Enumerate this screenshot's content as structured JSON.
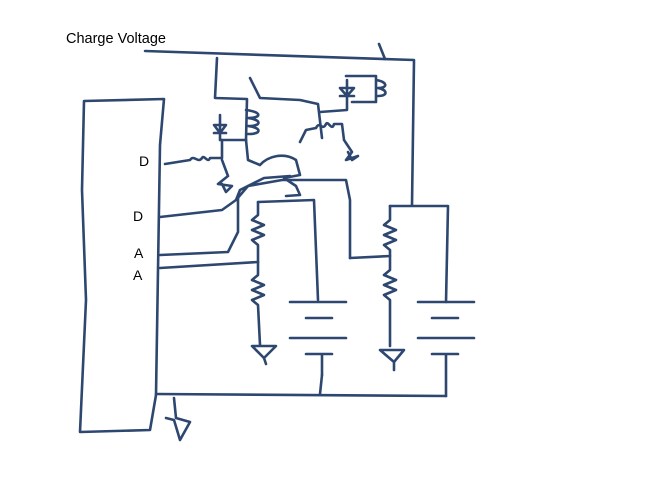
{
  "diagram": {
    "title": "Charge Voltage",
    "pin_labels": [
      "D",
      "D",
      "A",
      "A"
    ],
    "colors": {
      "ink": "#2d4770",
      "text": "#000000",
      "background": "#ffffff"
    }
  }
}
